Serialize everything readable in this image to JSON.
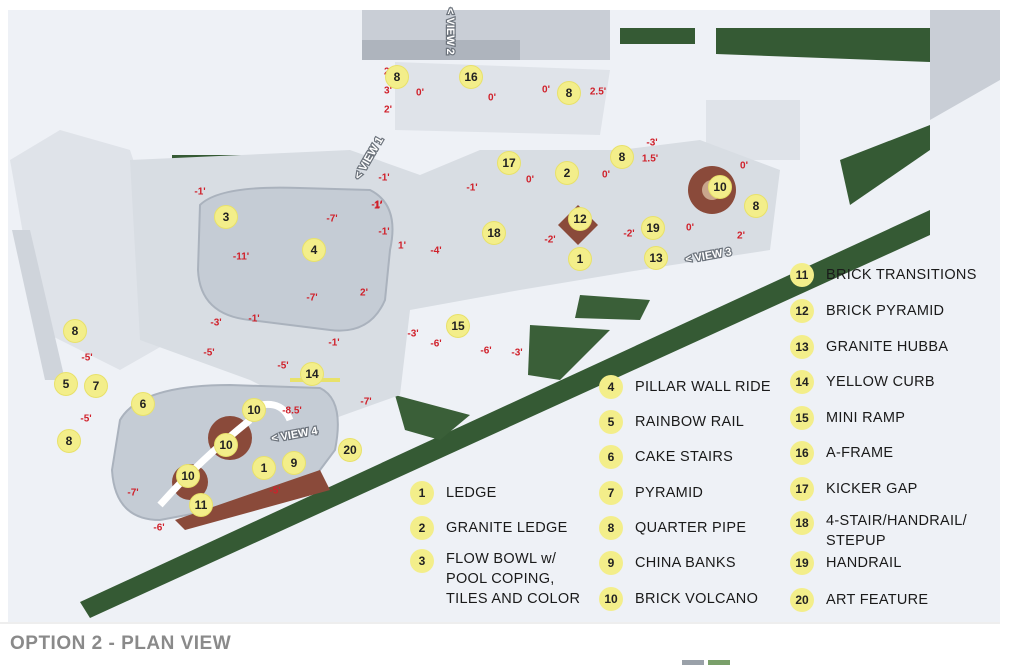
{
  "title": "OPTION 2 - PLAN VIEW",
  "colors": {
    "marker": "#f3ee8a",
    "elevation_text": "#d0202a",
    "grass": "#355a34",
    "brick": "#8a4a3a",
    "concrete": "#d8dde3",
    "ground": "#eef1f6",
    "walkway": "#f6f7f9"
  },
  "view_labels": [
    "VIEW 1",
    "VIEW 2",
    "VIEW 3",
    "VIEW 4"
  ],
  "markers": [
    "8",
    "16",
    "8",
    "17",
    "2",
    "8",
    "10",
    "8",
    "3",
    "4",
    "12",
    "18",
    "19",
    "1",
    "13",
    "15",
    "8",
    "5",
    "7",
    "6",
    "14",
    "10",
    "10",
    "20",
    "10",
    "1",
    "9",
    "11",
    "8"
  ],
  "elevations": [
    "2'",
    "3'",
    "2'",
    "0'",
    "0'",
    "0'",
    "2.5'",
    "-3'",
    "1.5'",
    "0'",
    "0'",
    "0'",
    "-1'",
    "-1'",
    "-1'",
    "-7'",
    "-11'",
    "-7'",
    "-1'",
    "1'",
    "-4'",
    "-2'",
    "-2'",
    "0'",
    "2'",
    "-1'",
    "1'",
    "2'",
    "-3'",
    "-1'",
    "-3'",
    "-6'",
    "-6'",
    "-3'",
    "-5'",
    "-5'",
    "-1'",
    "-5'",
    "-5'",
    "-7'",
    "-8.5'",
    "-7'",
    "-5'",
    "-6'"
  ],
  "legend": [
    {
      "num": "1",
      "label": "LEDGE"
    },
    {
      "num": "2",
      "label": "GRANITE LEDGE"
    },
    {
      "num": "3",
      "label": "FLOW BOWL w/\nPOOL COPING,\nTILES AND COLOR"
    },
    {
      "num": "4",
      "label": "PILLAR WALL RIDE"
    },
    {
      "num": "5",
      "label": "RAINBOW RAIL"
    },
    {
      "num": "6",
      "label": "CAKE STAIRS"
    },
    {
      "num": "7",
      "label": "PYRAMID"
    },
    {
      "num": "8",
      "label": "QUARTER PIPE"
    },
    {
      "num": "9",
      "label": "CHINA BANKS"
    },
    {
      "num": "10",
      "label": "BRICK VOLCANO"
    },
    {
      "num": "11",
      "label": "BRICK TRANSITIONS"
    },
    {
      "num": "12",
      "label": "BRICK PYRAMID"
    },
    {
      "num": "13",
      "label": "GRANITE HUBBA"
    },
    {
      "num": "14",
      "label": "YELLOW CURB"
    },
    {
      "num": "15",
      "label": "MINI RAMP"
    },
    {
      "num": "16",
      "label": "A-FRAME"
    },
    {
      "num": "17",
      "label": "KICKER GAP"
    },
    {
      "num": "18",
      "label": "4-STAIR/HANDRAIL/\nSTEPUP"
    },
    {
      "num": "19",
      "label": "HANDRAIL"
    },
    {
      "num": "20",
      "label": "ART FEATURE"
    }
  ]
}
